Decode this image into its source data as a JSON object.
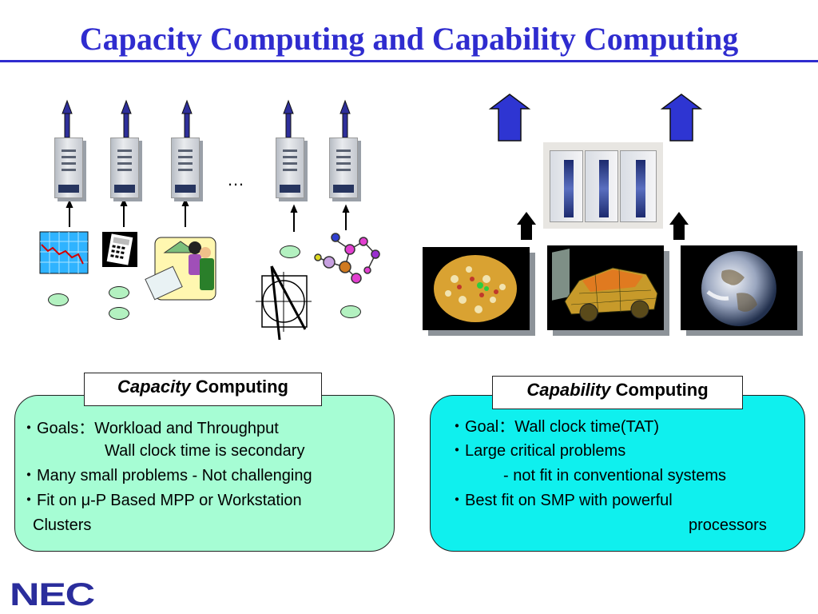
{
  "title": "Capacity Computing and Capability Computing",
  "ellipsis": "…",
  "capacity": {
    "label_italic": "Capacity",
    "label_rest": " Computing",
    "lines": [
      "・Goals：Workload and Throughput",
      "Wall  clock time is  secondary",
      "・Many small problems - Not challenging",
      "・Fit on μ-P Based MPP or Workstation",
      "Clusters"
    ]
  },
  "capability": {
    "label_italic": "Capability",
    "label_rest": " Computing",
    "lines": [
      "・Goal：Wall clock time(TAT)",
      "・Large critical problems",
      "- not fit in conventional systems",
      "・Best fit on SMP with powerful",
      "processors"
    ]
  },
  "logo": "NEC",
  "colors": {
    "title": "#2f2ccf",
    "arrow": "#2e2f9a",
    "green_box": "#a6fdd4",
    "cyan_box": "#0ff0ee"
  }
}
